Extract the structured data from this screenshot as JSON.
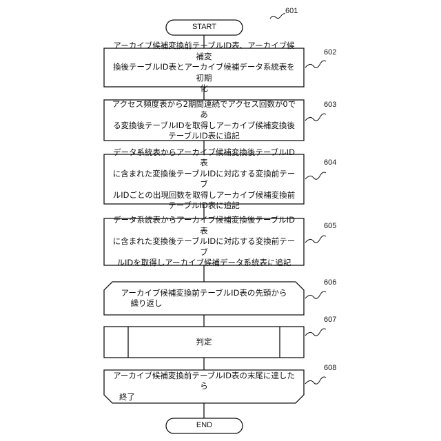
{
  "figure_ref": "601",
  "terminals": {
    "start": "START",
    "end": "END"
  },
  "steps": [
    {
      "ref": "602",
      "lines": [
        "アーカイブ候補変換前テーブルID表、アーカイブ候補変",
        "換後テーブルID表とアーカイブ候補データ系統表を初期",
        "化"
      ]
    },
    {
      "ref": "603",
      "lines": [
        "アクセス頻度表から2期間連続でアクセス回数が0であ",
        "る変換後テーブルIDを取得しアーカイブ候補変換後",
        "テーブルID表に追記"
      ]
    },
    {
      "ref": "604",
      "lines": [
        "データ系統表からアーカイブ候補変換後テーブルID表",
        "に含まれた変換後テーブルIDに対応する変換前テーブ",
        "ルIDごとの出現回数を取得しアーカイブ候補変換前",
        "テーブルID表に追記"
      ]
    },
    {
      "ref": "605",
      "lines": [
        "データ系統表からアーカイブ候補変換後テーブルID表",
        "に含まれた変換後テーブルIDに対応する変換前テーブ",
        "ルIDを取得しアーカイブ候補データ系統表に追記"
      ]
    },
    {
      "ref": "606",
      "lines": [
        "アーカイブ候補変換前テーブルID表の先頭から",
        "繰り返し"
      ]
    },
    {
      "ref": "607",
      "lines": [
        "判定"
      ]
    },
    {
      "ref": "608",
      "lines": [
        "アーカイブ候補変換前テーブルID表の末尾に達したら",
        "終了"
      ]
    }
  ]
}
